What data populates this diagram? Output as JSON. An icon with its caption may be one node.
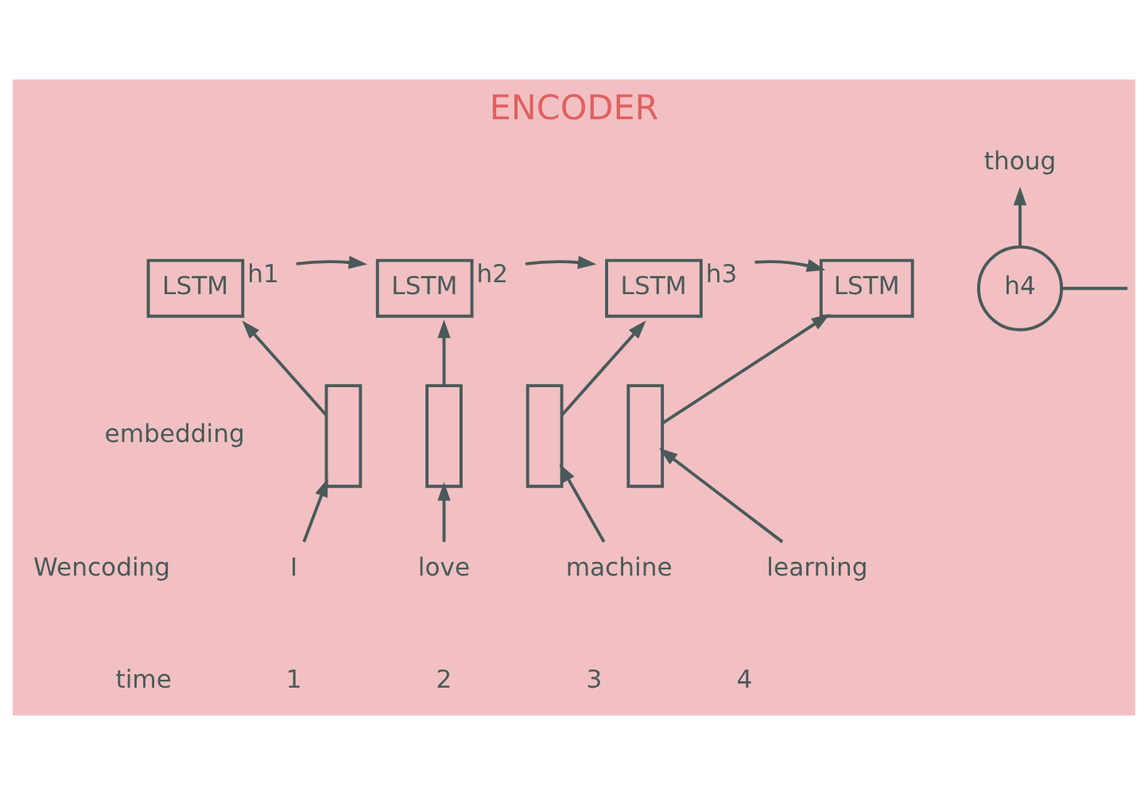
{
  "diagram": {
    "title": "ENCODER",
    "nodes": [
      {
        "text": [
          "thoug"
        ]
      },
      {
        "text": [
          "LSTM"
        ],
        "beside": [
          "h1"
        ]
      },
      {
        "text": [
          "LSTM"
        ],
        "beside": [
          "h2"
        ]
      },
      {
        "text": [
          "LSTM"
        ],
        "beside": [
          "h3"
        ]
      },
      {
        "text": [
          "LSTM"
        ]
      },
      {
        "text": [
          "h4"
        ]
      },
      {
        "text": [],
        "shape": "bar"
      },
      {
        "text": [],
        "shape": "bar"
      },
      {
        "text": [],
        "shape": "bar"
      },
      {
        "text": [],
        "shape": "bar"
      },
      {
        "text": [
          "I"
        ]
      },
      {
        "text": [
          "love"
        ]
      },
      {
        "text": [
          "machine"
        ]
      },
      {
        "text": [
          "learning"
        ]
      }
    ],
    "edges": [
      {
        "from": 1,
        "to": 2,
        "arrow": "to"
      },
      {
        "from": 2,
        "to": 3,
        "arrow": "to"
      },
      {
        "from": 3,
        "to": 4,
        "arrow": "to"
      },
      {
        "from": 5,
        "to": 0,
        "arrow": "to"
      },
      {
        "from": 5,
        "to": null,
        "arrow": "none"
      },
      {
        "from": 6,
        "to": 1,
        "arrow": "to"
      },
      {
        "from": 7,
        "to": 2,
        "arrow": "to"
      },
      {
        "from": 8,
        "to": 3,
        "arrow": "to"
      },
      {
        "from": 9,
        "to": 4,
        "arrow": "to"
      },
      {
        "from": 10,
        "to": 6,
        "arrow": "to"
      },
      {
        "from": 11,
        "to": 7,
        "arrow": "to"
      },
      {
        "from": 12,
        "to": 8,
        "arrow": "to"
      },
      {
        "from": 13,
        "to": 9,
        "arrow": "to"
      }
    ],
    "labels": [
      "embedding",
      "Wencoding",
      "time",
      "1",
      "2",
      "3",
      "4"
    ]
  }
}
